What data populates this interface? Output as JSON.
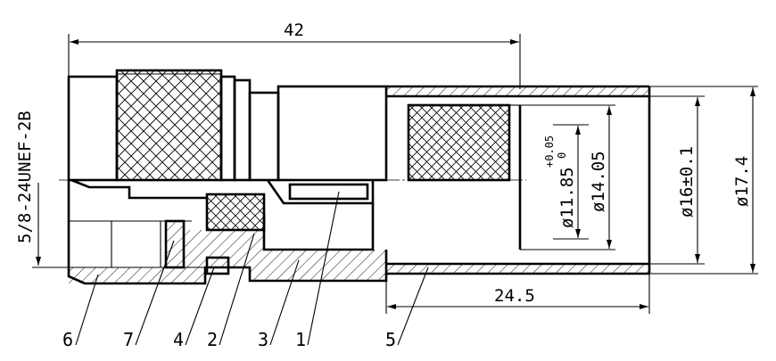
{
  "drawing": {
    "dimensions": {
      "overall_length": "42",
      "tube_length": "24.5",
      "thread_spec": "5/8-24UNEF-2B",
      "dia_bore_main": "ø11.85",
      "dia_bore_tol_upper": "+0.05",
      "dia_bore_tol_lower": "0",
      "dia_inner": "ø14.05",
      "dia_outer_tol": "ø16±0.1",
      "dia_outer": "ø17.4"
    },
    "callouts": [
      "6",
      "7",
      "4",
      "2",
      "3",
      "1",
      "5"
    ]
  }
}
